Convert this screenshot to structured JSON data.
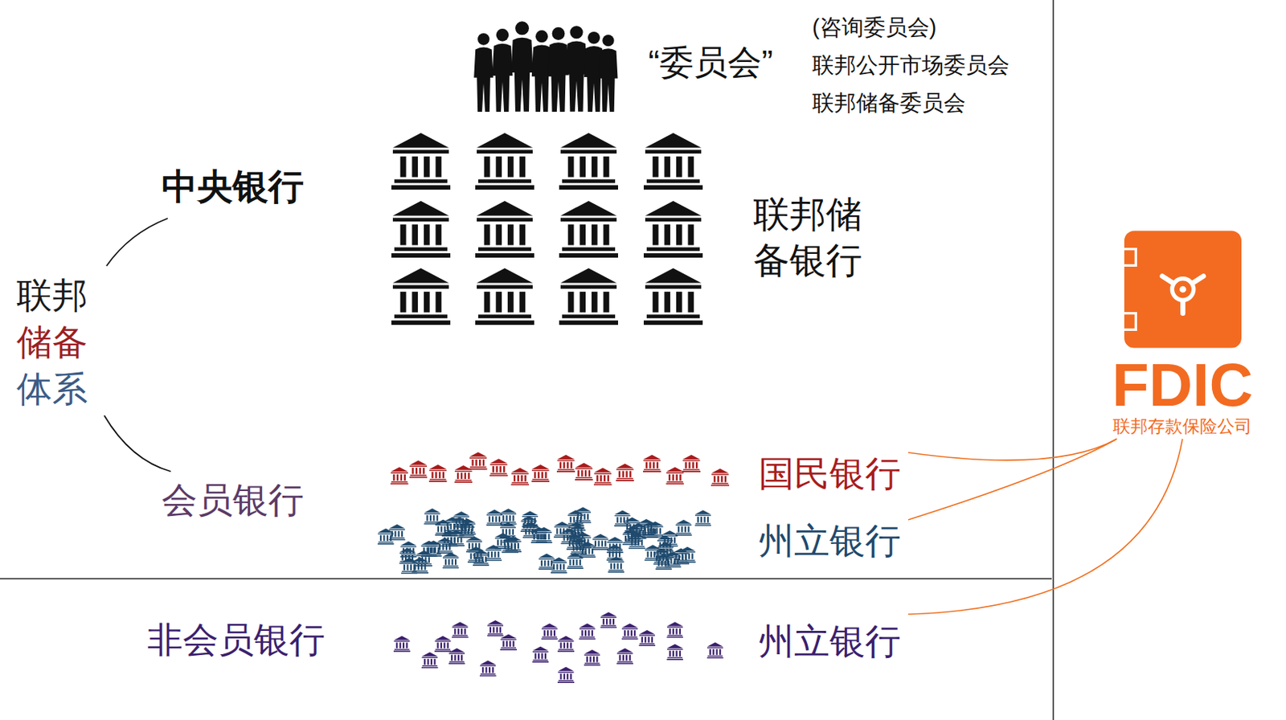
{
  "diagram": {
    "nodes": [
      {
        "text": [
          "“委员会”",
          "(咨询委员会)",
          "联邦公开市场委员会",
          "联邦储备委员会"
        ]
      },
      {
        "text": [
          "中央银行"
        ]
      },
      {
        "text": [
          "联邦储备银行"
        ]
      },
      {
        "text": [
          "联邦",
          "储备",
          "体系"
        ]
      },
      {
        "text": [
          "会员银行"
        ]
      },
      {
        "text": [
          "国民银行"
        ]
      },
      {
        "text": [
          "州立银行"
        ]
      },
      {
        "text": [
          "FDIC",
          "联邦存款保险公司"
        ]
      },
      {
        "text": [
          "非会员银行"
        ]
      },
      {
        "text": [
          "州立银行"
        ]
      }
    ],
    "edges": [
      {
        "from": 3,
        "to": 1,
        "arrow": "none"
      },
      {
        "from": 3,
        "to": 4,
        "arrow": "none"
      },
      {
        "from": 7,
        "to": 5,
        "arrow": "none"
      },
      {
        "from": 7,
        "to": 6,
        "arrow": "none"
      },
      {
        "from": 7,
        "to": 9,
        "arrow": "none"
      }
    ]
  }
}
